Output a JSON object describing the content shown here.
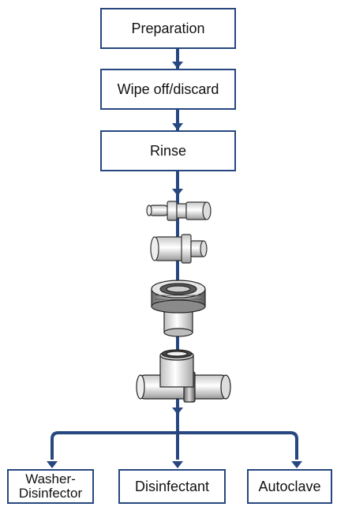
{
  "steps": {
    "preparation": "Preparation",
    "wipe_off": "Wipe off/discard",
    "rinse": "Rinse"
  },
  "outcomes": {
    "washer_line1": "Washer-",
    "washer_line2": "Disinfector",
    "disinfectant": "Disinfectant",
    "autoclave": "Autoclave"
  },
  "colors": {
    "line": "#26477f",
    "box_border": "#26477f"
  }
}
